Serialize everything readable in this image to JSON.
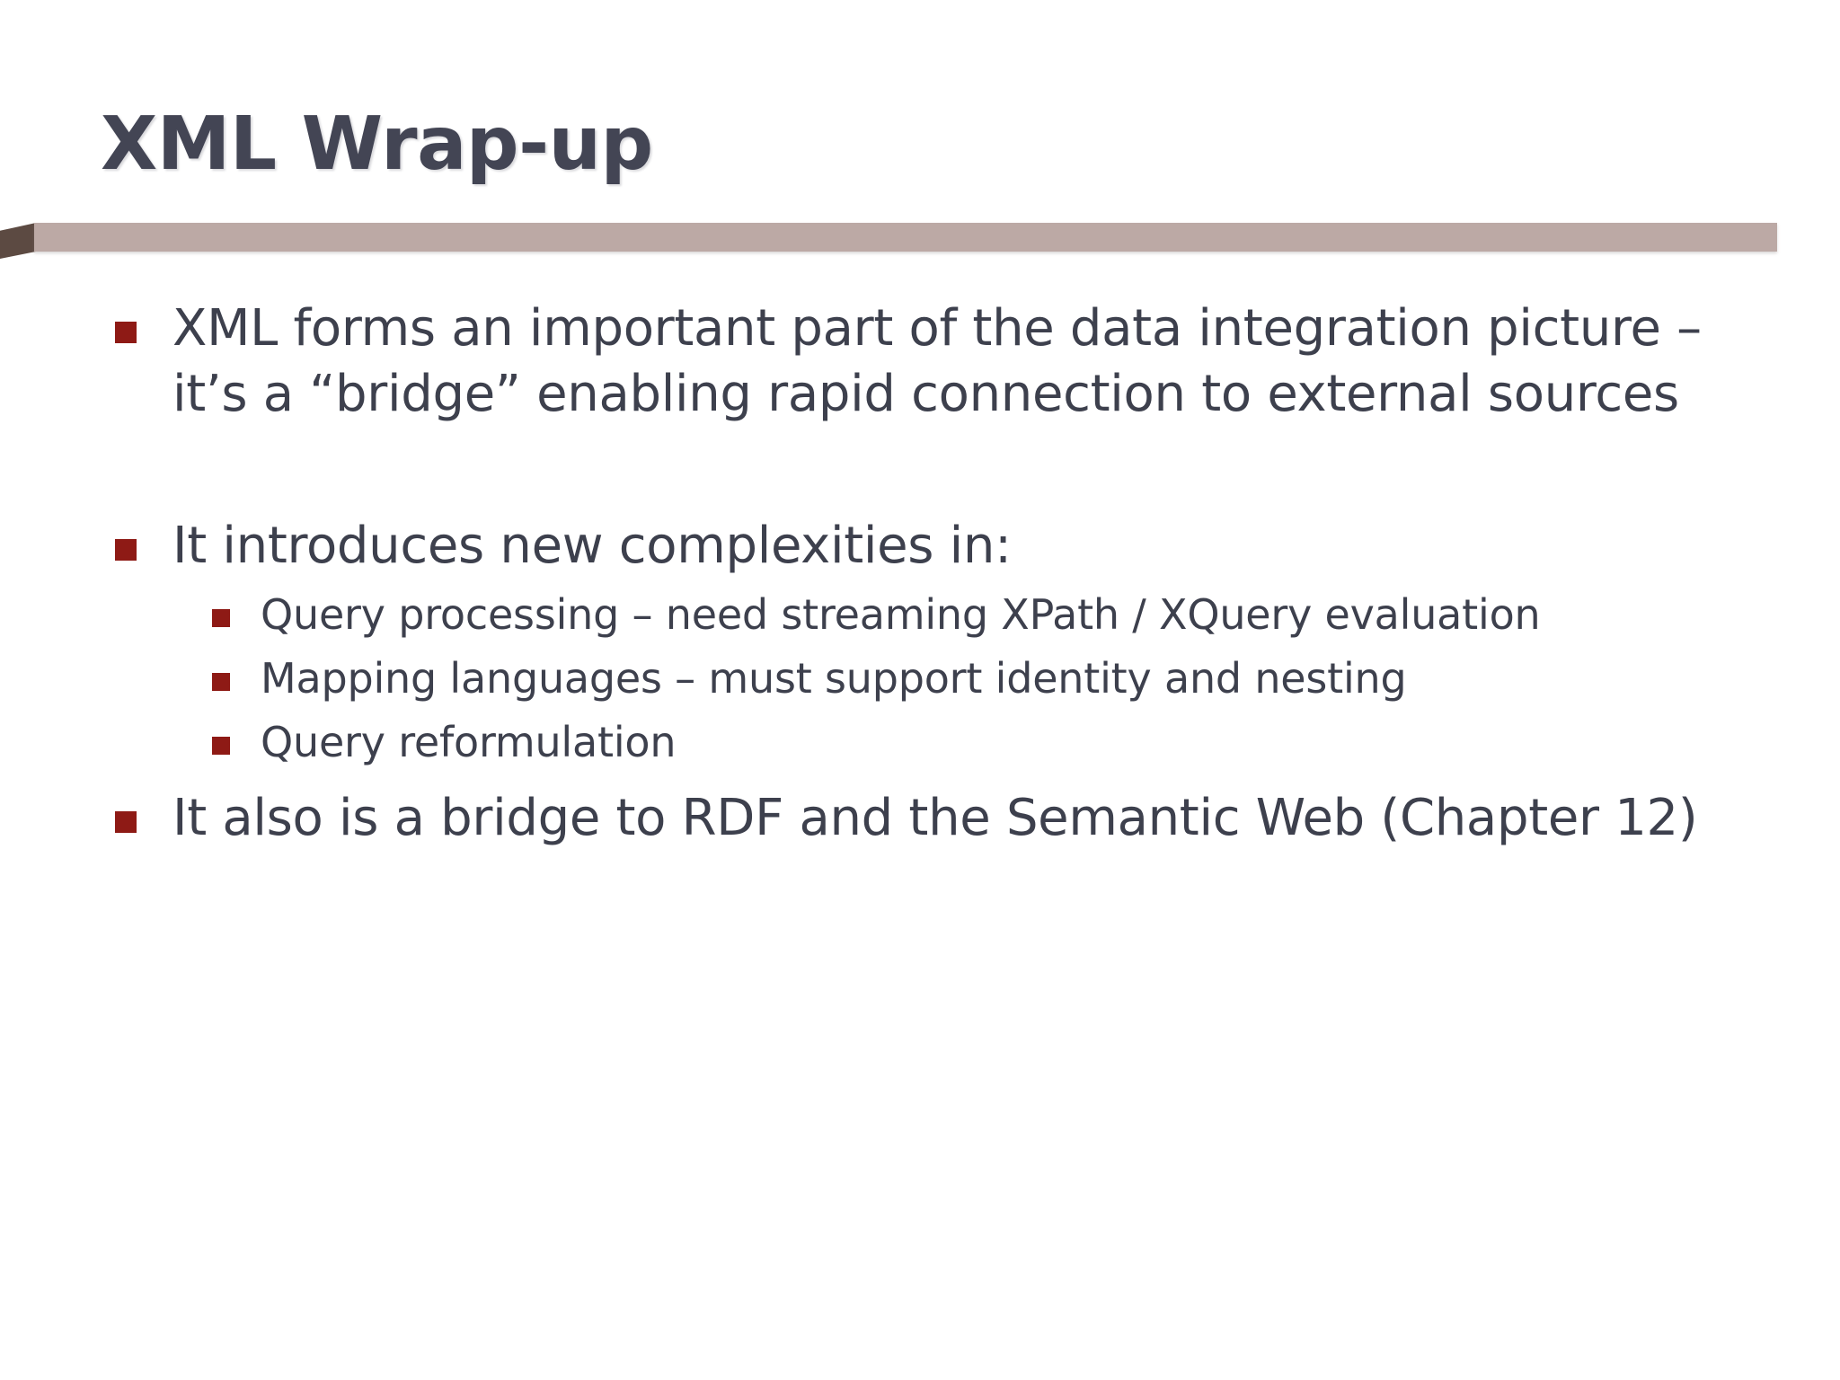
{
  "slide": {
    "title": "XML Wrap-up",
    "colors": {
      "title_text": "#434554",
      "body_text": "#3d404d",
      "bullet_marker": "#8e1a15",
      "rule_bar": "#bca9a5",
      "rule_fold": "#5c4a42",
      "background": "#ffffff"
    },
    "decor": {
      "rule_name": "title-underline-bar",
      "fold_name": "bar-fold-corner"
    },
    "bullets": [
      {
        "level": 1,
        "marker": "square-bullet-icon",
        "text": "XML forms an important part of the data integration picture – it’s a “bridge” enabling rapid connection to external sources"
      },
      {
        "level": 1,
        "marker": "square-bullet-icon",
        "text": "It introduces new complexities in:"
      },
      {
        "level": 2,
        "marker": "square-bullet-icon",
        "text": "Query processing – need streaming XPath / XQuery evaluation"
      },
      {
        "level": 2,
        "marker": "square-bullet-icon",
        "text": "Mapping languages – must support identity and nesting"
      },
      {
        "level": 2,
        "marker": "square-bullet-icon",
        "text": "Query reformulation"
      },
      {
        "level": 1,
        "marker": "square-bullet-icon",
        "text": "It also is a bridge to RDF and the Semantic Web (Chapter 12)"
      }
    ]
  }
}
